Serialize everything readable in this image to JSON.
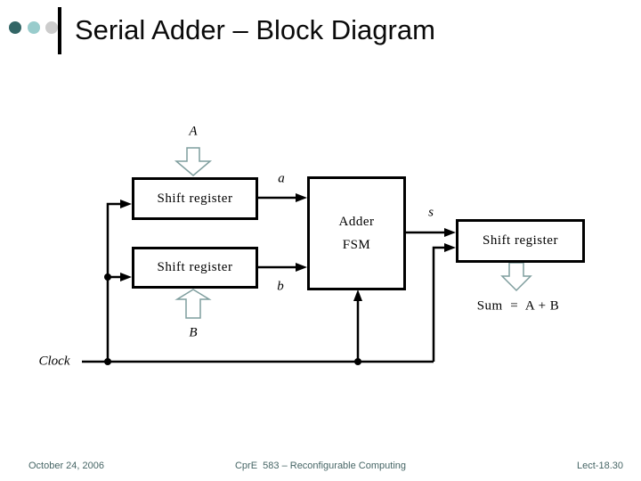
{
  "title": "Serial Adder – Block Diagram",
  "diagram": {
    "blocks": {
      "shift_register_a": "Shift register",
      "shift_register_b": "Shift register",
      "adder_fsm": [
        "Adder",
        "FSM"
      ],
      "shift_register_sum": "Shift register"
    },
    "labels": {
      "input_a": "A",
      "input_b": "B",
      "wire_a": "a",
      "wire_b": "b",
      "wire_s": "s",
      "clock": "Clock",
      "sum_equation": "Sum  =  A + B"
    }
  },
  "footer": {
    "date": "October 24, 2006",
    "course": "CprE  583 – Reconfigurable Computing",
    "lecture": "Lect-18.30"
  },
  "colors": {
    "bullet_dark_teal": "#336666",
    "bullet_light_teal": "#99cccc",
    "bullet_gray": "#cccccc",
    "footer_text": "#476666",
    "hollow_arrow_outline": "#7f9e9e",
    "wire": "#000000"
  }
}
